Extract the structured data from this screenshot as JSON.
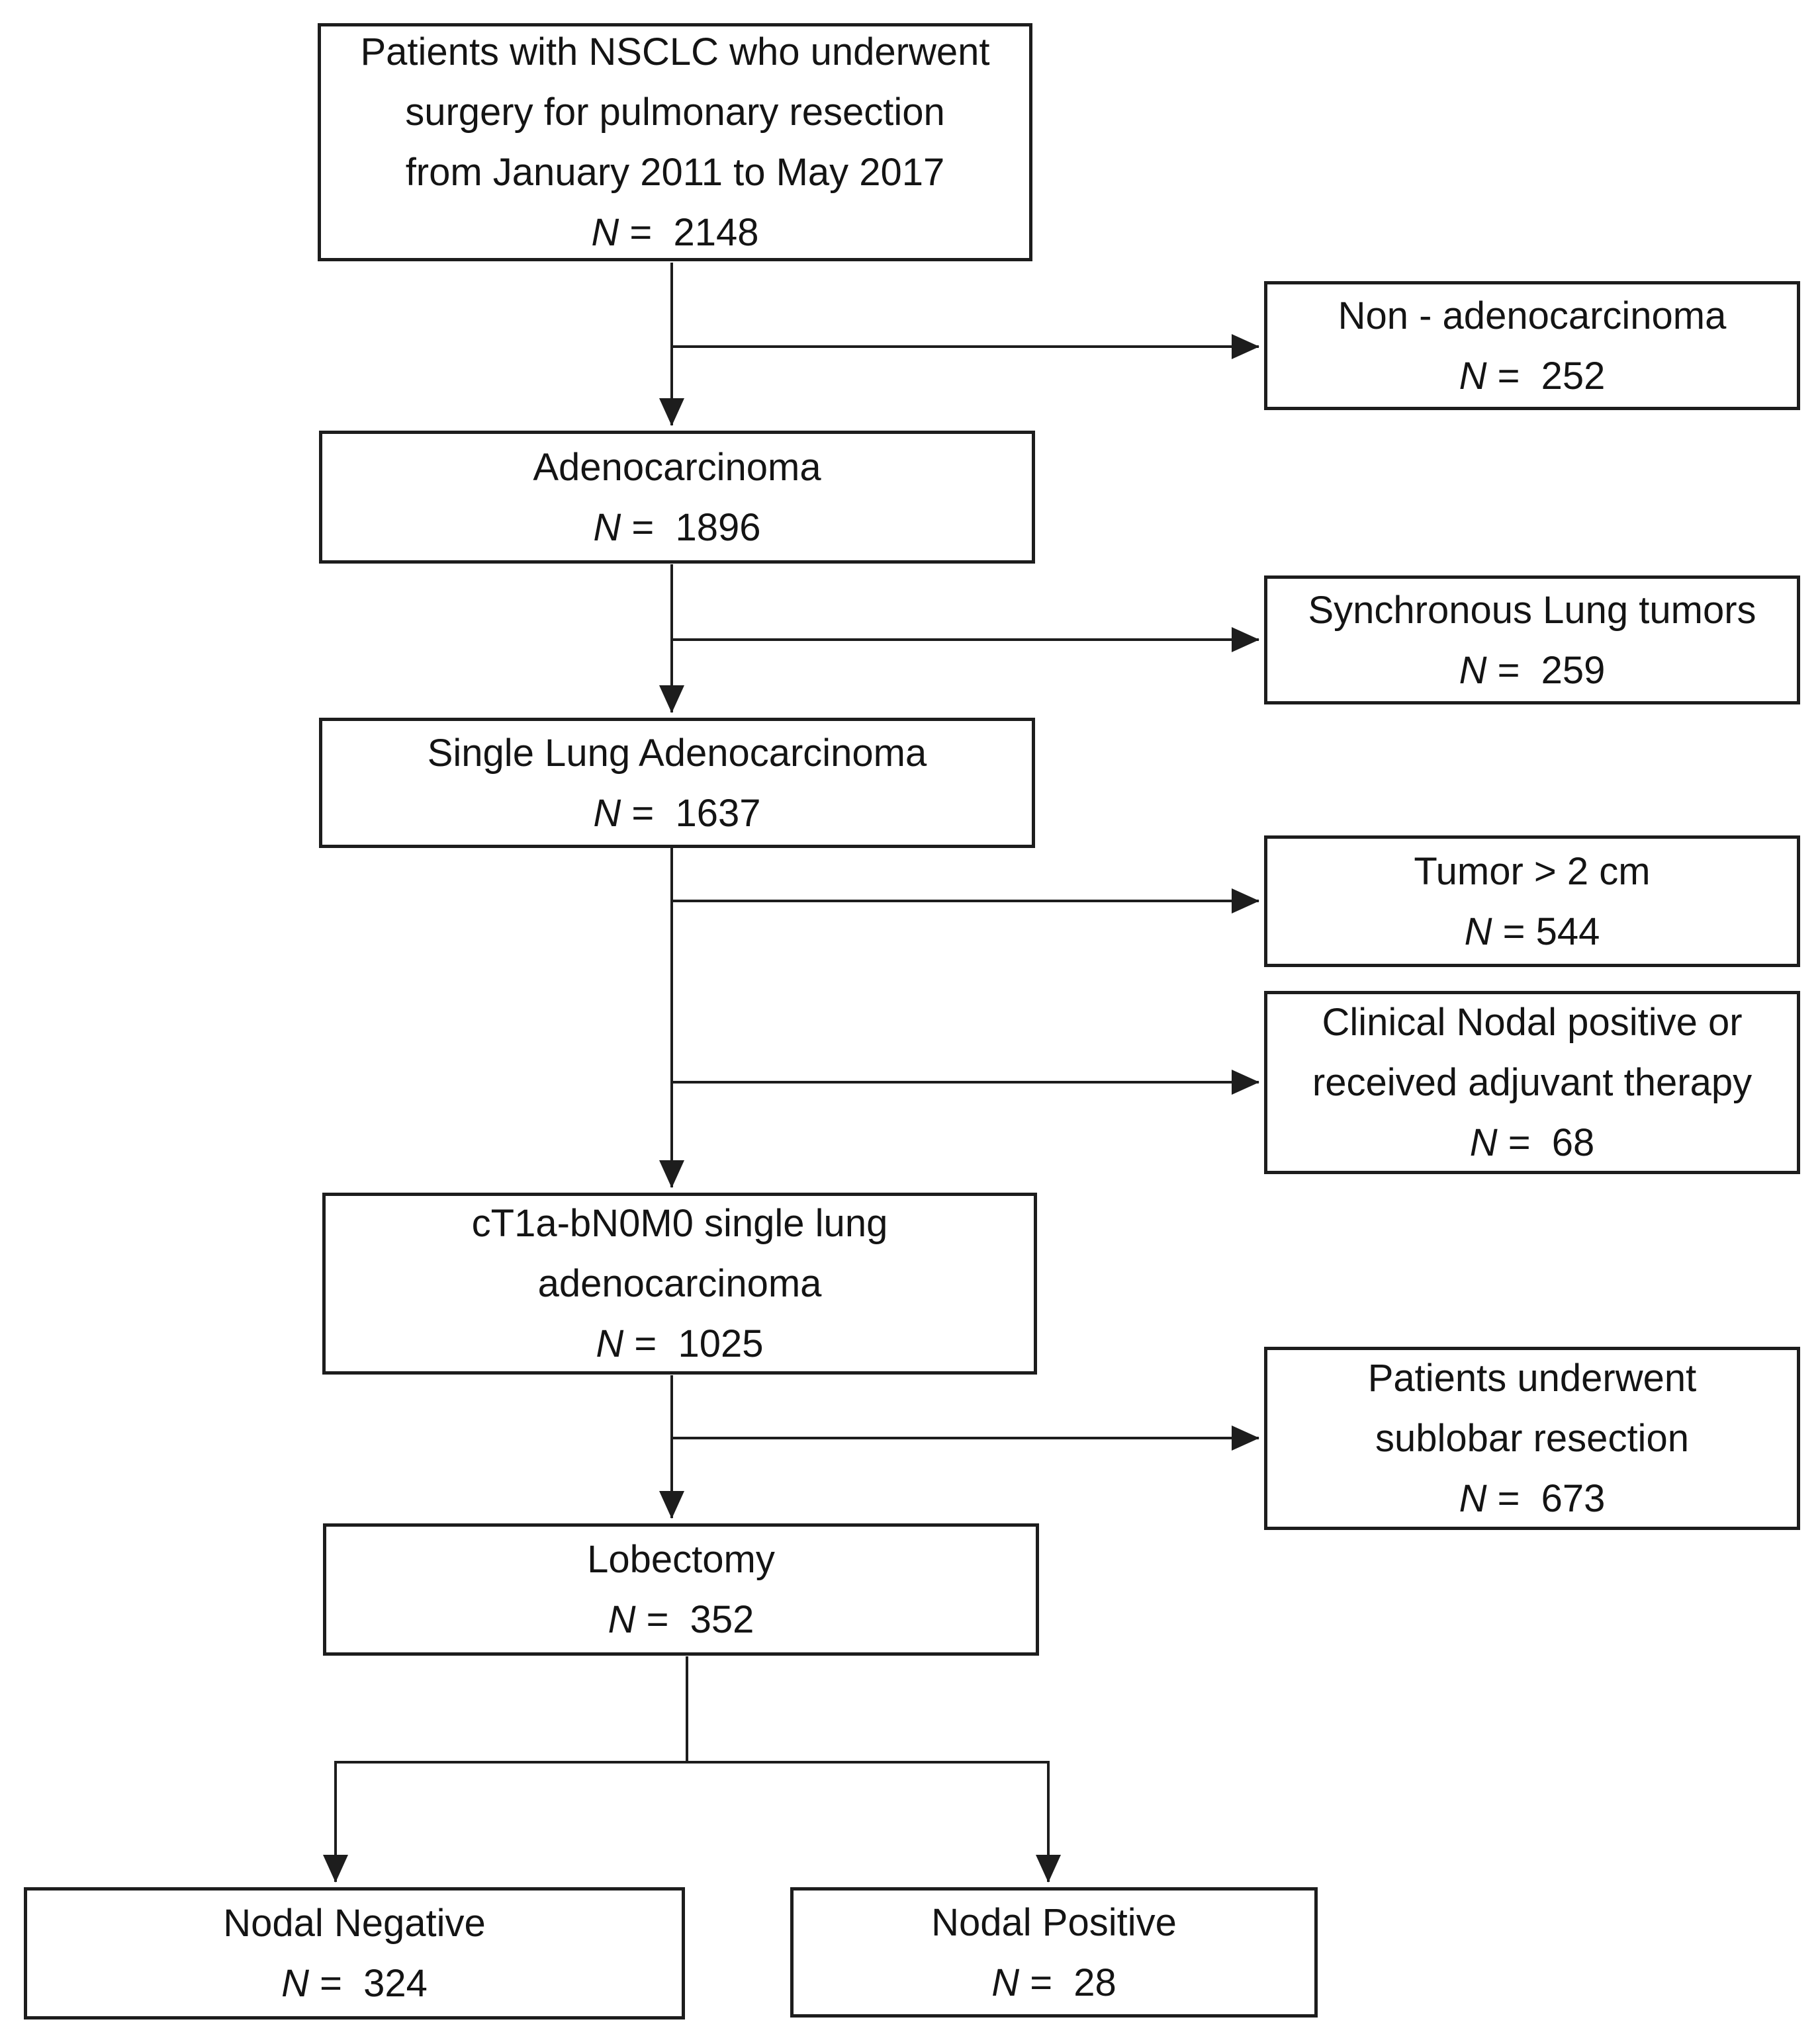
{
  "figure": {
    "type": "patient-flow-diagram",
    "background_color": "#ffffff",
    "line_color": "#1d1d1d",
    "text_color": "#141414"
  },
  "nodes": {
    "nsclc": {
      "lines": [
        "Patients with NSCLC who underwent",
        "surgery for pulmonary resection",
        "from January 2011 to May 2017"
      ],
      "n": "N",
      "eq": " =  2148"
    },
    "non_adeno": {
      "lines": [
        "Non - adenocarcinoma"
      ],
      "n": "N",
      "eq": " =  252"
    },
    "adeno": {
      "lines": [
        "Adenocarcinoma"
      ],
      "n": "N",
      "eq": " =  1896"
    },
    "synchronous": {
      "lines": [
        "Synchronous Lung tumors"
      ],
      "n": "N",
      "eq": " =  259"
    },
    "single": {
      "lines": [
        "Single Lung Adenocarcinoma"
      ],
      "n": "N",
      "eq": " =  1637"
    },
    "tumor_gt2": {
      "lines": [
        "Tumor > 2 cm"
      ],
      "n": "N",
      "eq": " = 544"
    },
    "clinical_nodal": {
      "lines": [
        "Clinical Nodal positive or",
        "received adjuvant therapy"
      ],
      "n": "N",
      "eq": " =  68"
    },
    "ct1a": {
      "lines": [
        "cT1a-bN0M0 single lung",
        "adenocarcinoma"
      ],
      "n": "N",
      "eq": " =  1025"
    },
    "sublobar": {
      "lines": [
        "Patients underwent",
        "sublobar resection"
      ],
      "n": "N",
      "eq": " =  673"
    },
    "lobectomy": {
      "lines": [
        "Lobectomy"
      ],
      "n": "N",
      "eq": " =  352"
    },
    "nodal_negative": {
      "lines": [
        "Nodal Negative"
      ],
      "n": "N",
      "eq": " =  324"
    },
    "nodal_positive": {
      "lines": [
        "Nodal Positive"
      ],
      "n": "N",
      "eq": " =  28"
    }
  },
  "edges": [
    {
      "from": "nsclc",
      "to": "adeno"
    },
    {
      "from": "nsclc",
      "to": "non_adeno"
    },
    {
      "from": "adeno",
      "to": "single"
    },
    {
      "from": "adeno",
      "to": "synchronous"
    },
    {
      "from": "single",
      "to": "ct1a"
    },
    {
      "from": "single",
      "to": "tumor_gt2"
    },
    {
      "from": "single",
      "to": "clinical_nodal"
    },
    {
      "from": "ct1a",
      "to": "lobectomy"
    },
    {
      "from": "ct1a",
      "to": "sublobar"
    },
    {
      "from": "lobectomy",
      "to": "nodal_negative"
    },
    {
      "from": "lobectomy",
      "to": "nodal_positive"
    }
  ]
}
